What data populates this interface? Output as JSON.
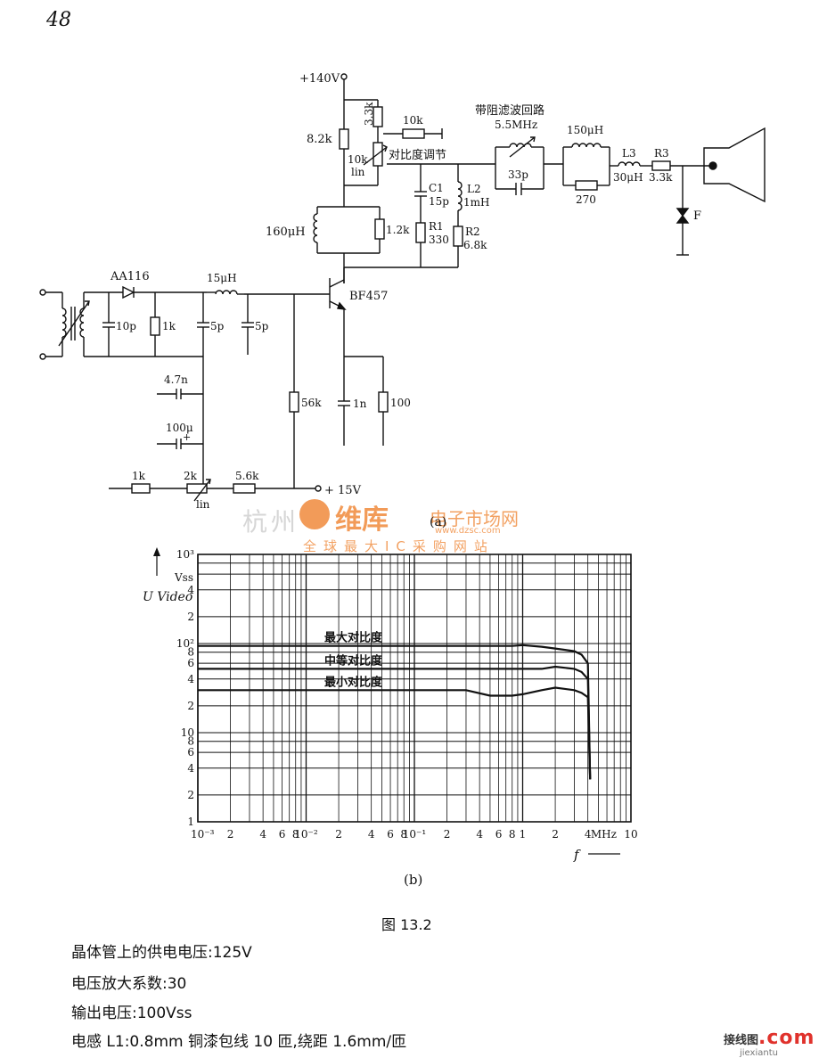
{
  "page_number": "48",
  "schematic": {
    "label": "(a)",
    "components": {
      "supply_top": "+140V",
      "r_3k3": "3.3k",
      "r_8k2": "8.2k",
      "r_10k": "10k",
      "pot_10k": "10k",
      "pot_10k_type": "lin",
      "contrast_adjust": "对比度调节",
      "notch_title": "带阻滤波回路",
      "notch_freq": "5.5MHz",
      "c_33p": "33p",
      "l_150u": "150μH",
      "r_270": "270",
      "l3_name": "L3",
      "l3_value": "30μH",
      "r3_name": "R3",
      "r3_value": "3.3k",
      "f_label": "F",
      "c1_name": "C1",
      "c1_value": "15p",
      "l2_name": "L2",
      "l2_value": "1mH",
      "r1_name": "R1",
      "r1_value": "330",
      "r2_name": "R2",
      "r2_value": "6.8k",
      "l_160u": "160μH",
      "r_1k2": "1.2k",
      "diode": "AA116",
      "l_15u": "15μH",
      "transistor": "BF457",
      "c_10p": "10p",
      "r_1k_a": "1k",
      "c_5p_a": "5p",
      "c_5p_b": "5p",
      "c_4n7": "4.7n",
      "c_100u": "100μ",
      "c_100u_pol": "+",
      "r_56k": "56k",
      "c_1n": "1n",
      "r_100": "100",
      "r_1k_b": "1k",
      "pot_2k": "2k",
      "pot_2k_type": "lin",
      "r_5k6": "5.6k",
      "supply_bottom": "+ 15V"
    }
  },
  "watermark": {
    "company": "杭州",
    "brand": "维库",
    "brand2": "电子市场网",
    "site": "www.dzsc.com",
    "slogan": "全球最大IC采购网站"
  },
  "chart_data": {
    "type": "line",
    "xscale": "log",
    "yscale": "log",
    "xlim": [
      0.001,
      10
    ],
    "ylim": [
      1,
      1000
    ],
    "grid": true,
    "ylabel": "U Video",
    "yunit": "Vss",
    "xlabel": "f",
    "xunit": "MHz",
    "x_ticks": [
      "10⁻³",
      "2",
      "4",
      "6",
      "8",
      "10⁻²",
      "2",
      "4",
      "6",
      "8",
      "10⁻¹",
      "2",
      "4",
      "6",
      "8",
      "1",
      "2",
      "4",
      "MHz",
      "10"
    ],
    "y_ticks": [
      "1",
      "2",
      "4",
      "6",
      "8",
      "10",
      "2",
      "4",
      "6",
      "8",
      "10²",
      "2",
      "4",
      "10³"
    ],
    "x": [
      0.001,
      0.01,
      0.1,
      0.3,
      0.5,
      0.8,
      1.0,
      1.5,
      2.0,
      3.0,
      3.5,
      4.0,
      4.2
    ],
    "series": [
      {
        "name": "最大对比度",
        "values": [
          94,
          94,
          94,
          94,
          94,
          94,
          96,
          92,
          88,
          82,
          75,
          60,
          3
        ]
      },
      {
        "name": "中等对比度",
        "values": [
          52,
          52,
          52,
          52,
          52,
          52,
          52,
          52,
          55,
          52,
          48,
          40,
          3
        ]
      },
      {
        "name": "最小对比度",
        "values": [
          30,
          30,
          30,
          30,
          26,
          26,
          27,
          30,
          32,
          30,
          28,
          25,
          3
        ]
      }
    ],
    "label": "(b)"
  },
  "figure_caption": "图 13.2",
  "specs": [
    "晶体管上的供电电压:125V",
    "电压放大系数:30",
    "输出电压:100Vss",
    "电感 L1:0.8mm 铜漆包线 10 匝,绕距 1.6mm/匝"
  ],
  "corner_logo": {
    "cn": "接线图",
    "com": ".com",
    "url": "jiexiantu"
  }
}
